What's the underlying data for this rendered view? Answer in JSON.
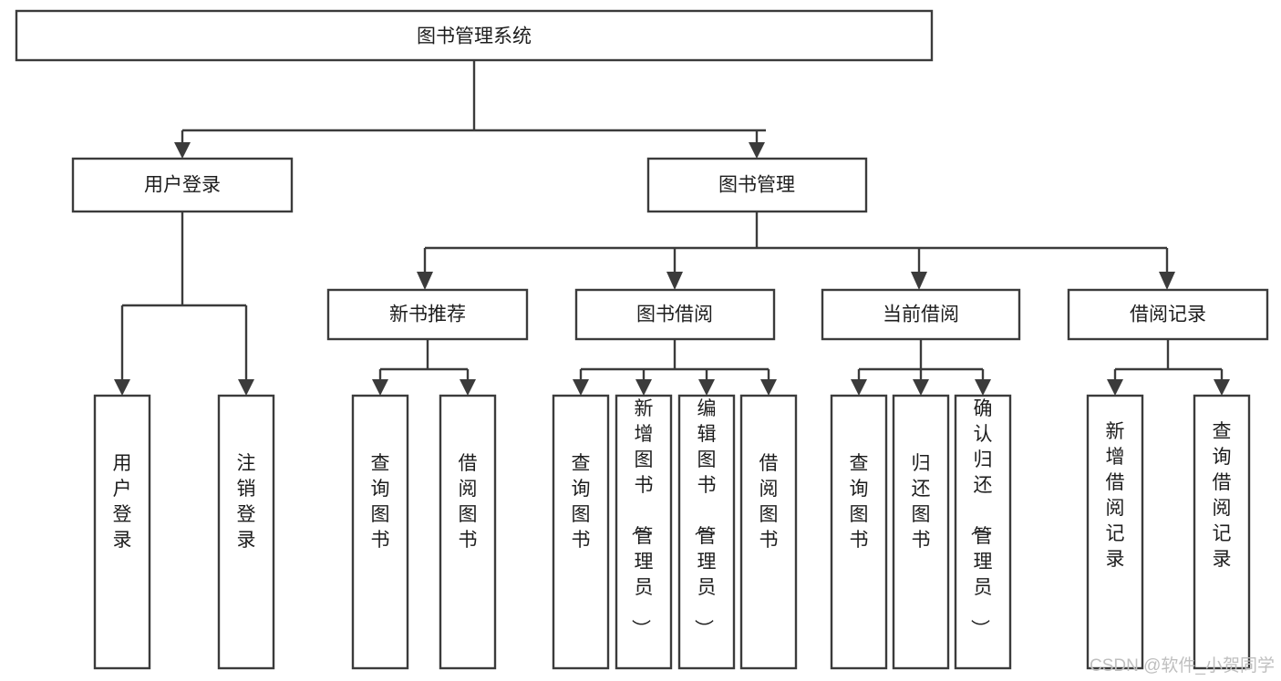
{
  "diagram": {
    "type": "tree-hierarchy-chart",
    "title": "图书管理系统",
    "orientation": "top-down",
    "colors": {
      "box_fill": "#ffffff",
      "box_stroke": "#3b3b3b",
      "text": "#1d1d1d",
      "background": "#ffffff",
      "watermark": "#bfbfbf"
    },
    "root": {
      "label": "图书管理系统"
    },
    "level2": [
      {
        "label": "用户登录"
      },
      {
        "label": "图书管理"
      }
    ],
    "level3": [
      {
        "label": "新书推荐"
      },
      {
        "label": "图书借阅"
      },
      {
        "label": "当前借阅"
      },
      {
        "label": "借阅记录"
      }
    ],
    "leaves_user_login": [
      {
        "label": "用户登录"
      },
      {
        "label": "注销登录"
      }
    ],
    "leaves_new_book": [
      {
        "label": "查询图书"
      },
      {
        "label": "借阅图书"
      }
    ],
    "leaves_borrow": [
      {
        "label": "查询图书"
      },
      {
        "label": "新增图书（管理员）"
      },
      {
        "label": "编辑图书（管理员）"
      },
      {
        "label": "借阅图书"
      }
    ],
    "leaves_current": [
      {
        "label": "查询图书"
      },
      {
        "label": "归还图书"
      },
      {
        "label": "确认归还（管理员）"
      }
    ],
    "leaves_records": [
      {
        "label": "新增借阅记录"
      },
      {
        "label": "查询借阅记录"
      }
    ]
  },
  "watermark": {
    "text": "CSDN @软件_小贺同学"
  }
}
